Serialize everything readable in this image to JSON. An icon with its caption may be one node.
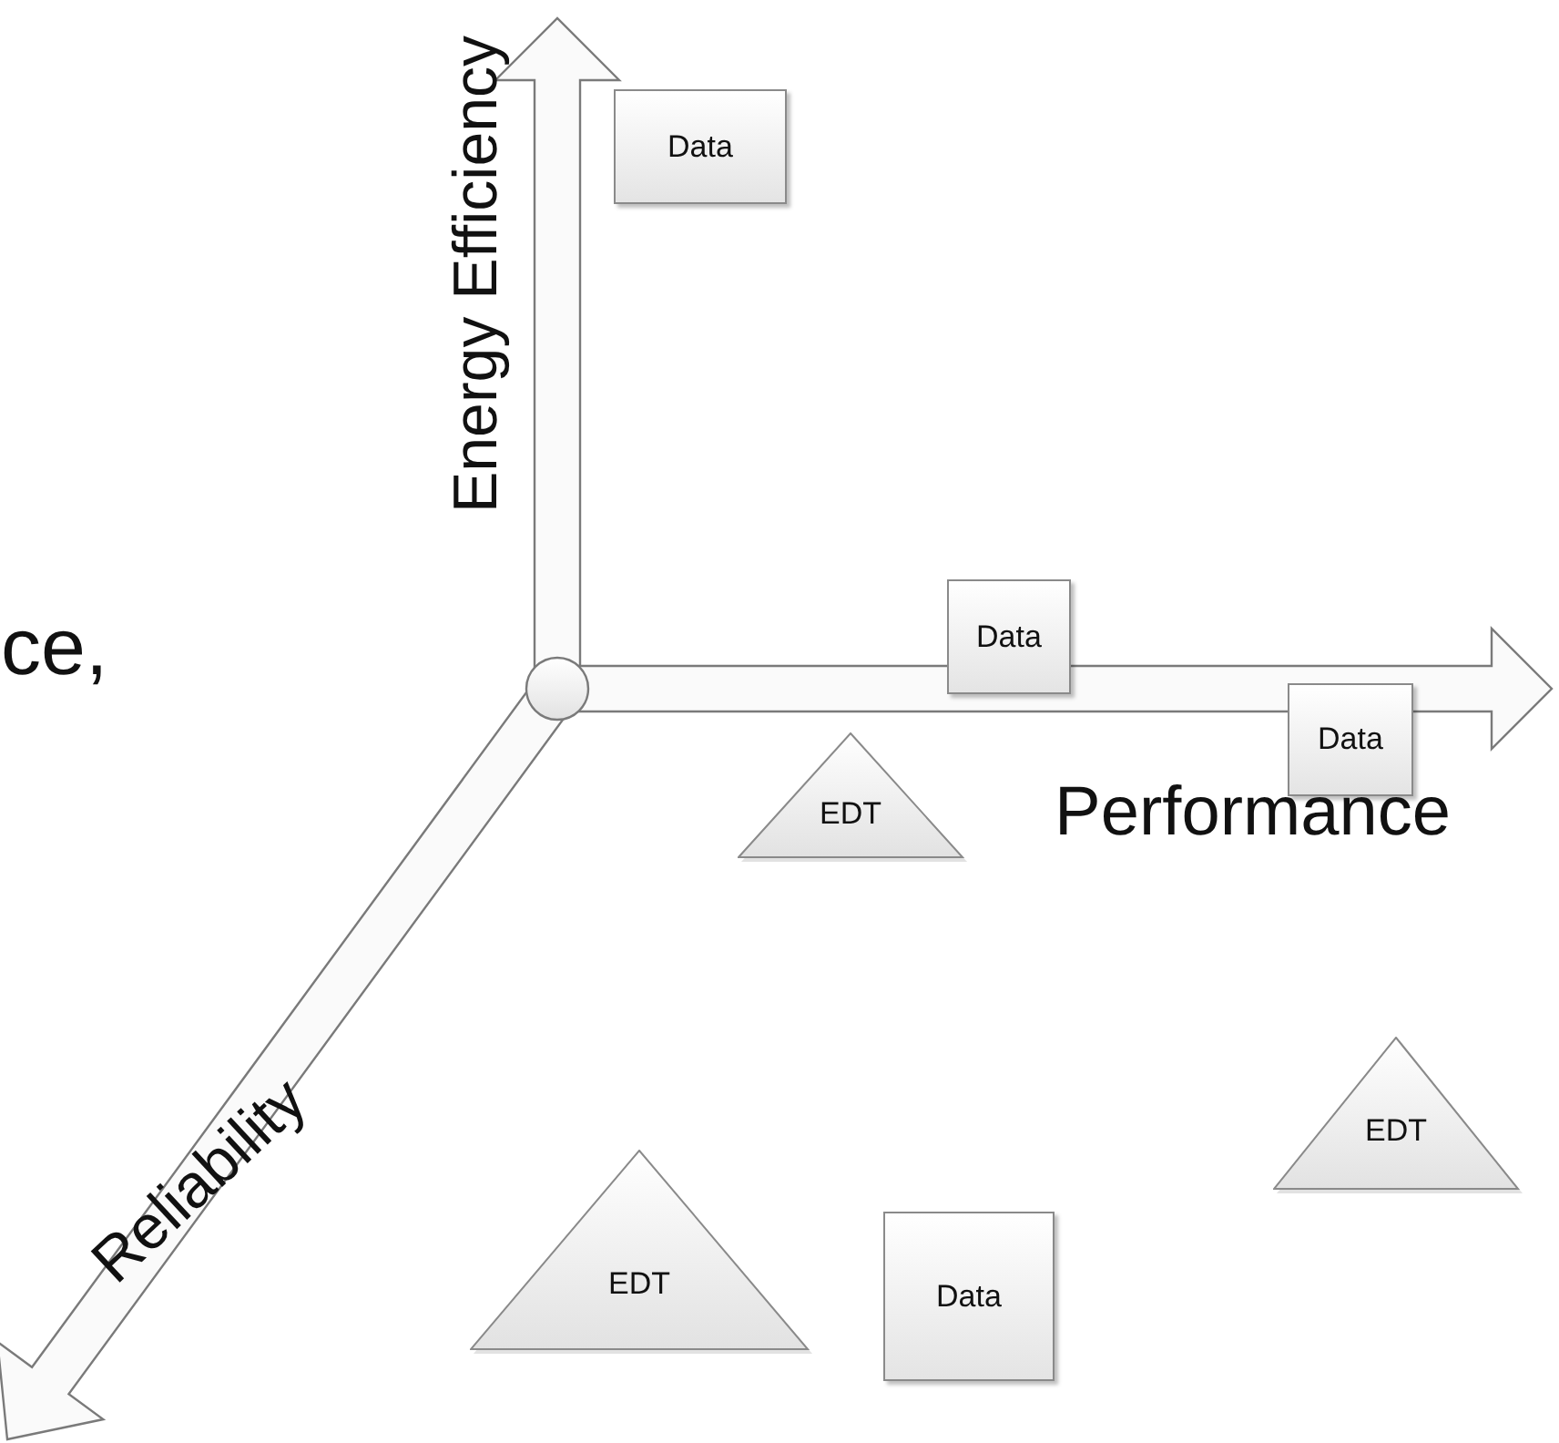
{
  "diagram": {
    "nodes": [
      {
        "text": [
          "Data"
        ]
      },
      {
        "text": [
          "Data"
        ]
      },
      {
        "text": [
          "Data"
        ]
      },
      {
        "text": [
          "EDT"
        ]
      },
      {
        "text": [
          "EDT"
        ]
      },
      {
        "text": [
          "EDT"
        ]
      },
      {
        "text": [
          "Data"
        ]
      }
    ],
    "labels": [
      "ce,",
      "Energy Efficiency",
      "Performance",
      "Reliability"
    ]
  }
}
